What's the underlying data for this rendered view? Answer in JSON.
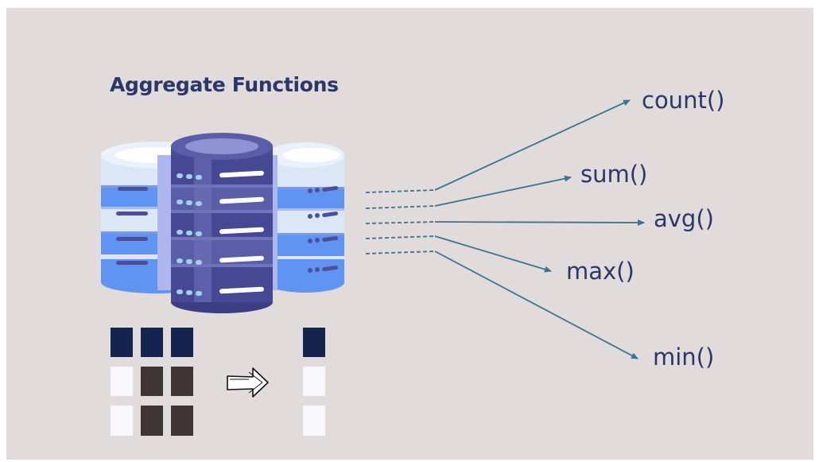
{
  "title": "Aggregate Functions",
  "functions": [
    "count()",
    "sum()",
    "avg()",
    "max()",
    "min()"
  ],
  "grid_input": [
    [
      "dark",
      "dark",
      "dark"
    ],
    [
      "light",
      "brown",
      "brown"
    ],
    [
      "light",
      "brown",
      "brown"
    ]
  ],
  "grid_output": [
    "dark",
    "light",
    "light"
  ],
  "colors": {
    "background": "#e1dcdb",
    "text": "#2a3768",
    "arrow": "#3c7390",
    "cell_dark": "#13254e",
    "cell_brown": "#3e3534",
    "cell_light": "#f8f7fb"
  },
  "icons": [
    "database-icon",
    "hand-drawn-arrow-icon"
  ]
}
